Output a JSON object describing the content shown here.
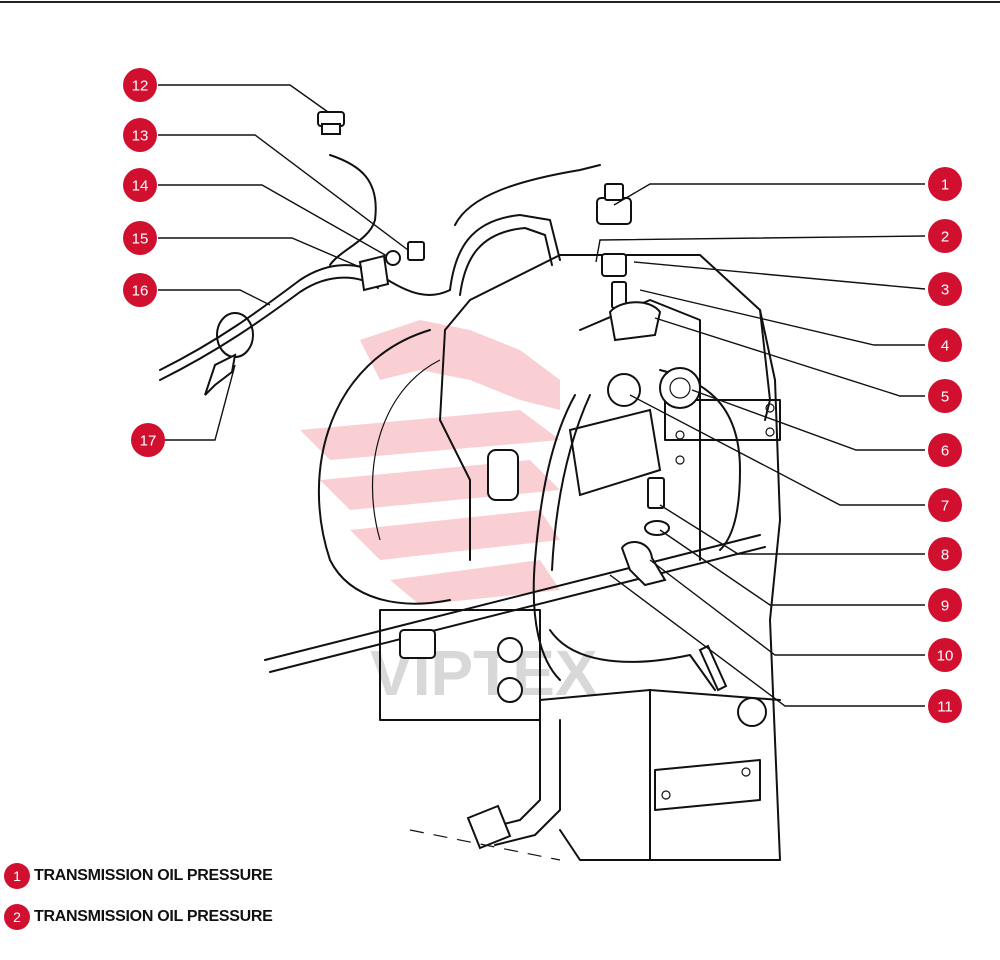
{
  "top_rule_color": "#222222",
  "accent_color": "#d0102e",
  "watermark_text": "VIPTEX",
  "callouts": [
    {
      "id": "1"
    },
    {
      "id": "2"
    },
    {
      "id": "3"
    },
    {
      "id": "4"
    },
    {
      "id": "5"
    },
    {
      "id": "6"
    },
    {
      "id": "7"
    },
    {
      "id": "8"
    },
    {
      "id": "9"
    },
    {
      "id": "10"
    },
    {
      "id": "11"
    },
    {
      "id": "12"
    },
    {
      "id": "13"
    },
    {
      "id": "14"
    },
    {
      "id": "15"
    },
    {
      "id": "16"
    },
    {
      "id": "17"
    }
  ],
  "legend": [
    {
      "number": "1",
      "label": "TRANSMISSION OIL PRESSURE"
    },
    {
      "number": "2",
      "label": "TRANSMISSION OIL PRESSURE"
    }
  ]
}
